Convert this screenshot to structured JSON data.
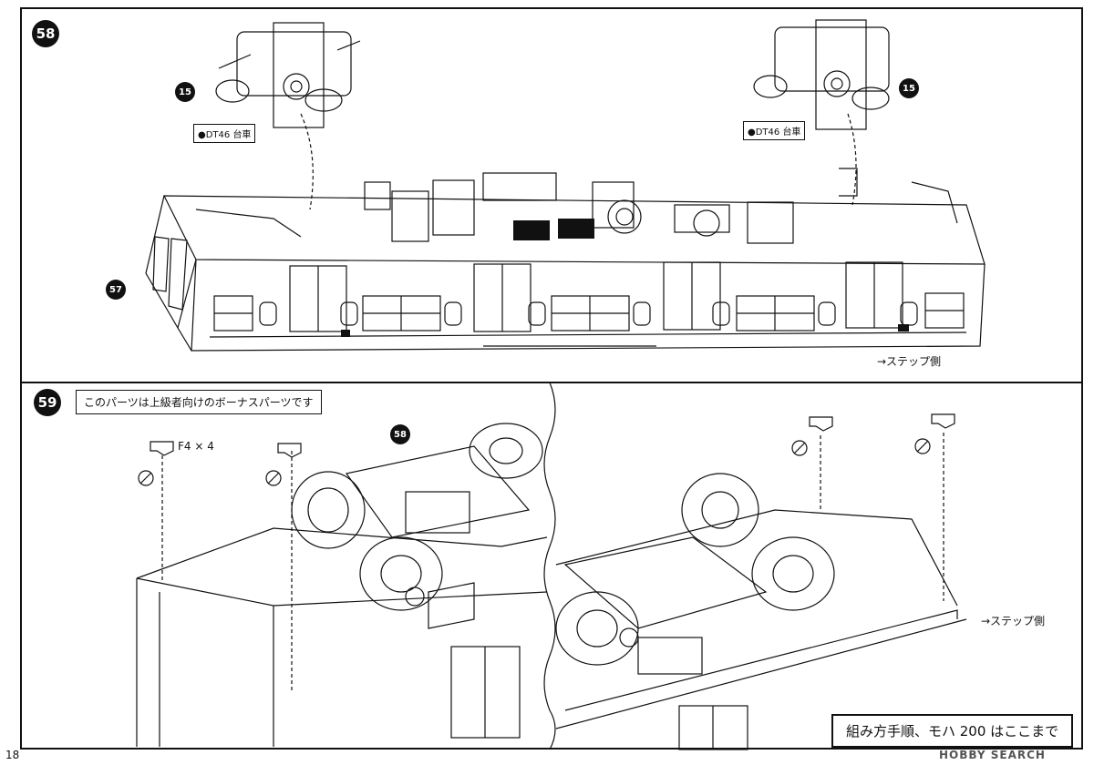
{
  "page_number": "18",
  "watermark": "HOBBY SEARCH",
  "step58": {
    "badge": "58",
    "parts": [
      {
        "num": "15",
        "label": "●DT46 台車"
      },
      {
        "num": "15",
        "label": "●DT46 台車"
      }
    ],
    "side_part": "57",
    "direction": "→ステップ側"
  },
  "step59": {
    "badge": "59",
    "note": "このパーツは上級者向けのボーナスパーツです",
    "part_code": "F4 × 4",
    "ref_part": "58",
    "direction": "→ステップ側",
    "final_note": "組み方手順、モハ 200 はここまで"
  }
}
